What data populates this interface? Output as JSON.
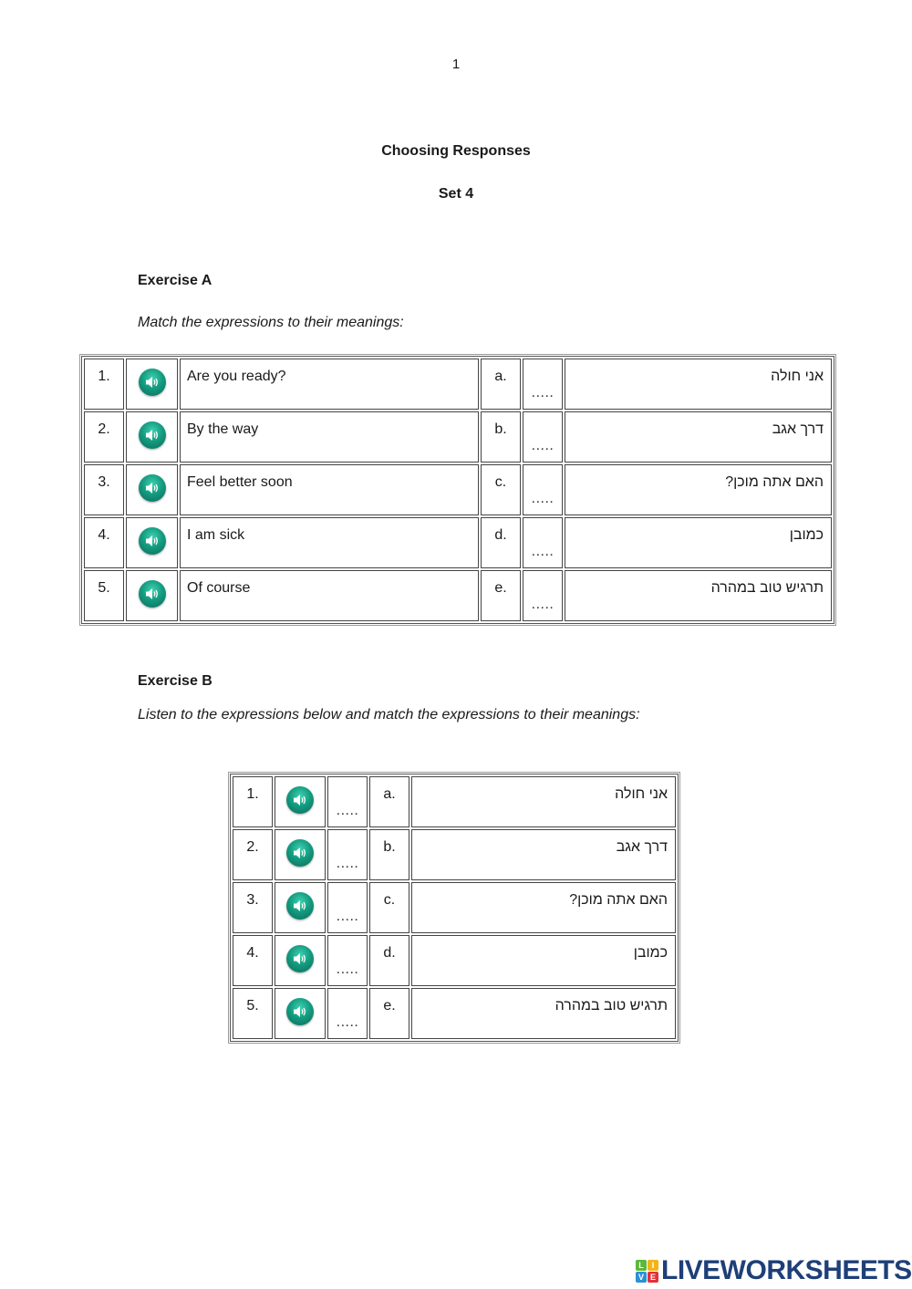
{
  "page_number": "1",
  "title": "Choosing Responses",
  "subtitle": "Set 4",
  "exercise_a": {
    "heading": "Exercise A",
    "instruction": "Match the expressions to their meanings:",
    "rows": [
      {
        "num": "1.",
        "english": "Are you ready?",
        "letter": "a.",
        "blank": ".....",
        "hebrew": "אני חולה"
      },
      {
        "num": "2.",
        "english": "By the way",
        "letter": "b.",
        "blank": ".....",
        "hebrew": "דרך אגב"
      },
      {
        "num": "3.",
        "english": "Feel better soon",
        "letter": "c.",
        "blank": ".....",
        "hebrew": "האם אתה מוכן?"
      },
      {
        "num": "4.",
        "english": "I am sick",
        "letter": "d.",
        "blank": ".....",
        "hebrew": "כמובן"
      },
      {
        "num": "5.",
        "english": "Of course",
        "letter": "e.",
        "blank": ".....",
        "hebrew": "תרגיש טוב במהרה"
      }
    ]
  },
  "exercise_b": {
    "heading": "Exercise B",
    "instruction": "Listen to the expressions below and match the expressions to their meanings:",
    "rows": [
      {
        "num": "1.",
        "blank": ".....",
        "letter": "a.",
        "hebrew": "אני חולה"
      },
      {
        "num": "2.",
        "blank": ".....",
        "letter": "b.",
        "hebrew": "דרך אגב"
      },
      {
        "num": "3.",
        "blank": ".....",
        "letter": "c.",
        "hebrew": "האם אתה מוכן?"
      },
      {
        "num": "4.",
        "blank": ".....",
        "letter": "d.",
        "hebrew": "כמובן"
      },
      {
        "num": "5.",
        "blank": ".....",
        "letter": "e.",
        "hebrew": "תרגיש טוב במהרה"
      }
    ]
  },
  "icons": {
    "audio": "speaker-icon"
  },
  "logo": {
    "tiles": [
      {
        "char": "L",
        "color": "#5cb83a"
      },
      {
        "char": "I",
        "color": "#f2b417"
      },
      {
        "char": "V",
        "color": "#2d8fd6"
      },
      {
        "char": "E",
        "color": "#e2323a"
      }
    ],
    "text": "LIVEWORKSHEETS",
    "color": "#1e3f78"
  }
}
